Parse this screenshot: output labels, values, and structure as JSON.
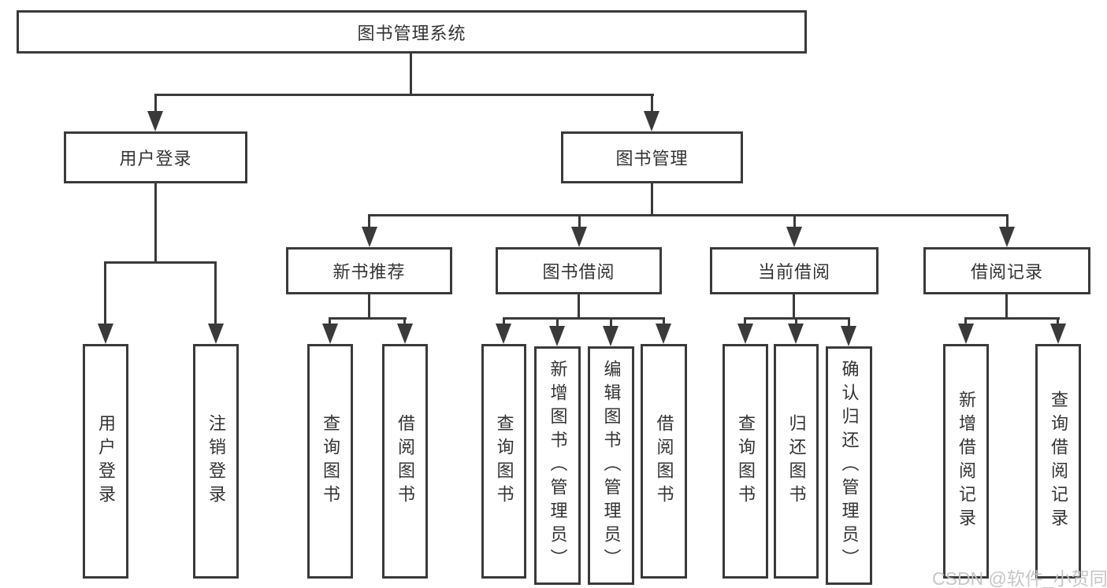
{
  "tree": {
    "root": "图书管理系统",
    "children": [
      {
        "label": "用户登录",
        "children": [
          "用户登录",
          "注销登录"
        ]
      },
      {
        "label": "图书管理",
        "children": [
          {
            "label": "新书推荐",
            "children": [
              "查询图书",
              "借阅图书"
            ]
          },
          {
            "label": "图书借阅",
            "children": [
              "查询图书",
              "新增图书（管理员）",
              "编辑图书（管理员）",
              "借阅图书"
            ]
          },
          {
            "label": "当前借阅",
            "children": [
              "查询图书",
              "归还图书",
              "确认归还（管理员）"
            ]
          },
          {
            "label": "借阅记录",
            "children": [
              "新增借阅记录",
              "查询借阅记录"
            ]
          }
        ]
      }
    ]
  },
  "watermark": "CSDN @软件_小贺同学",
  "colors": {
    "line": "#3a3a3a",
    "text": "#333333",
    "background": "#ffffff",
    "watermark": "#c3c3c3"
  }
}
